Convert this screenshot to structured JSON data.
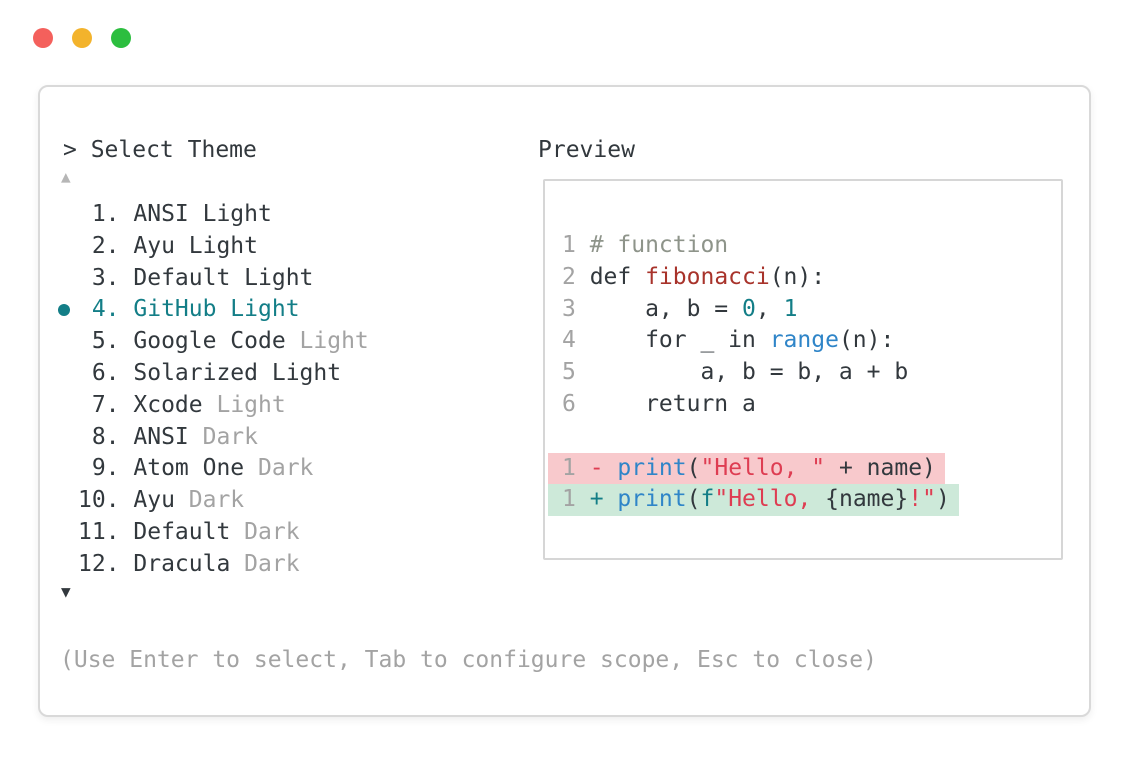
{
  "window": {
    "controls": [
      {
        "name": "close",
        "color": "#f4605c"
      },
      {
        "name": "minimize",
        "color": "#f3b32c"
      },
      {
        "name": "zoom",
        "color": "#2cbe3f"
      }
    ]
  },
  "palette": {
    "text-dark": "#32383d",
    "text-gray": "#a3a3a3",
    "arrow-light": "#b6b6b6",
    "teal": "#137e87",
    "blue": "#2f85c8",
    "func-red": "#a8332b",
    "string-red": "#de3d52",
    "comment": "#8e948a",
    "removed-bg": "#f8c9cc",
    "added-bg": "#cde9d9",
    "panel-border": "#d9d9d9",
    "preview-border": "#d6d6d6"
  },
  "prompt_label": "> Select Theme",
  "preview_label": "Preview",
  "scroll_up_icon": "▲",
  "scroll_down_icon": "▼",
  "hint": "(Use Enter to select, Tab to configure scope, Esc to close)",
  "theme_list": {
    "items": [
      {
        "number": "1.",
        "name": "ANSI Light",
        "muted": "",
        "selected": false
      },
      {
        "number": "2.",
        "name": "Ayu Light",
        "muted": "",
        "selected": false
      },
      {
        "number": "3.",
        "name": "Default Light",
        "muted": "",
        "selected": false
      },
      {
        "number": "4.",
        "name": "GitHub Light",
        "muted": "",
        "selected": true
      },
      {
        "number": "5.",
        "name": "Google Code",
        "muted": "Light",
        "selected": false
      },
      {
        "number": "6.",
        "name": "Solarized Light",
        "muted": "",
        "selected": false
      },
      {
        "number": "7.",
        "name": "Xcode",
        "muted": "Light",
        "selected": false
      },
      {
        "number": "8.",
        "name": "ANSI",
        "muted": "Dark",
        "selected": false
      },
      {
        "number": "9.",
        "name": "Atom One",
        "muted": "Dark",
        "selected": false
      },
      {
        "number": "10.",
        "name": "Ayu",
        "muted": "Dark",
        "selected": false
      },
      {
        "number": "11.",
        "name": "Default",
        "muted": "Dark",
        "selected": false
      },
      {
        "number": "12.",
        "name": "Dracula",
        "muted": "Dark",
        "selected": false
      }
    ]
  },
  "code_preview": {
    "lines": [
      {
        "num": "1",
        "diff": "",
        "tokens": [
          {
            "text": "# function",
            "color": "comment"
          }
        ]
      },
      {
        "num": "2",
        "diff": "",
        "tokens": [
          {
            "text": "def ",
            "color": "dark"
          },
          {
            "text": "fibonacci",
            "color": "func"
          },
          {
            "text": "(n):",
            "color": "dark"
          }
        ]
      },
      {
        "num": "3",
        "diff": "",
        "tokens": [
          {
            "text": "    a, b = ",
            "color": "dark"
          },
          {
            "text": "0",
            "color": "teal"
          },
          {
            "text": ", ",
            "color": "dark"
          },
          {
            "text": "1",
            "color": "teal"
          }
        ]
      },
      {
        "num": "4",
        "diff": "",
        "tokens": [
          {
            "text": "    for _ in ",
            "color": "dark"
          },
          {
            "text": "range",
            "color": "blue"
          },
          {
            "text": "(n):",
            "color": "dark"
          }
        ]
      },
      {
        "num": "5",
        "diff": "",
        "tokens": [
          {
            "text": "        a, b = b, a + b",
            "color": "dark"
          }
        ]
      },
      {
        "num": "6",
        "diff": "",
        "tokens": [
          {
            "text": "    return a",
            "color": "dark"
          }
        ]
      },
      {
        "num": "",
        "diff": "",
        "tokens": []
      },
      {
        "num": "1",
        "diff": "removed",
        "tokens": [
          {
            "text": "- ",
            "color": "string"
          },
          {
            "text": "print",
            "color": "blue"
          },
          {
            "text": "(",
            "color": "dark"
          },
          {
            "text": "\"Hello, \"",
            "color": "string"
          },
          {
            "text": " + name)",
            "color": "dark"
          }
        ]
      },
      {
        "num": "1",
        "diff": "added",
        "tokens": [
          {
            "text": "+ ",
            "color": "teal"
          },
          {
            "text": "print",
            "color": "blue"
          },
          {
            "text": "(",
            "color": "dark"
          },
          {
            "text": "f",
            "color": "teal"
          },
          {
            "text": "\"Hello, ",
            "color": "string"
          },
          {
            "text": "{name}",
            "color": "dark"
          },
          {
            "text": "!\"",
            "color": "string"
          },
          {
            "text": ")",
            "color": "dark"
          }
        ]
      }
    ]
  }
}
